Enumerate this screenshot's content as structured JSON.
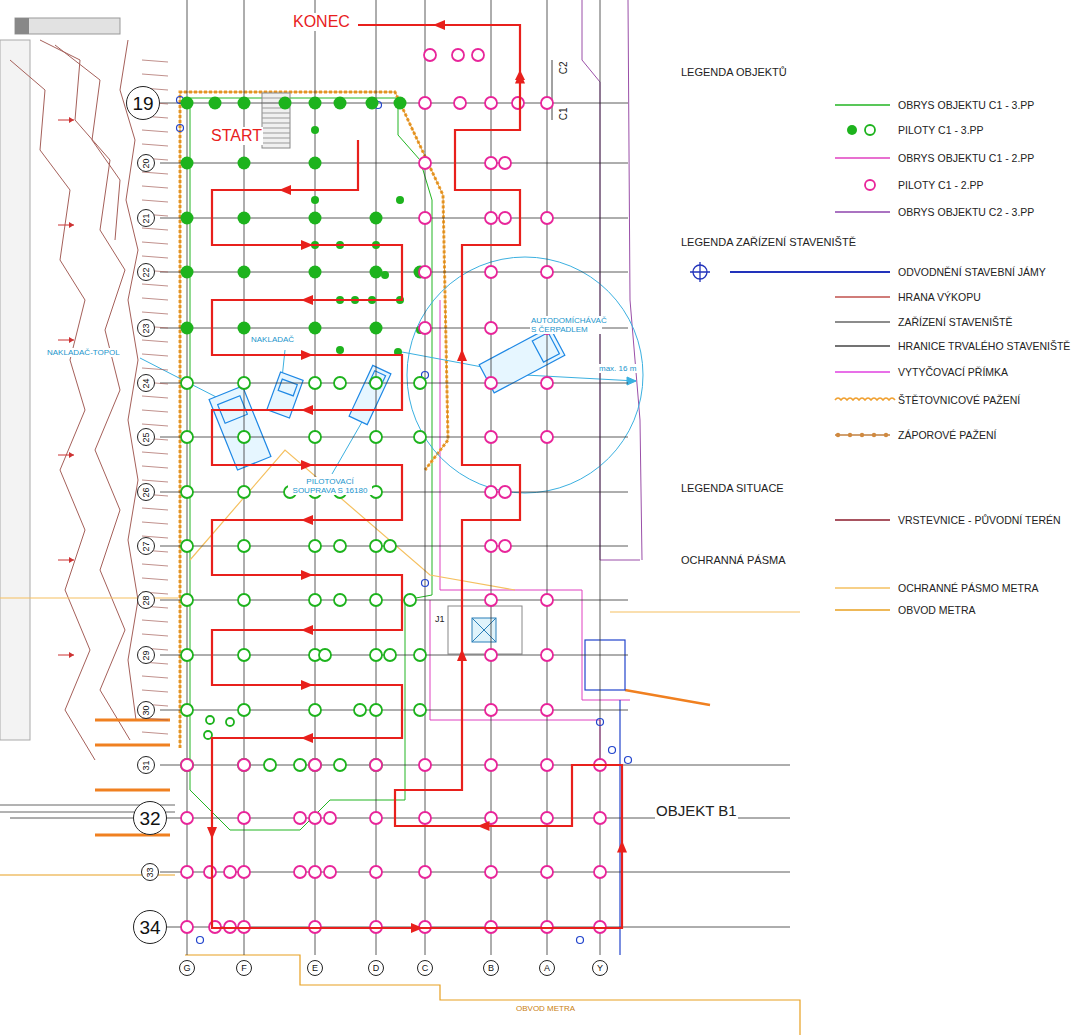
{
  "diagram": {
    "nodes": [
      {
        "text": [
          "19"
        ]
      },
      {
        "text": [
          "20"
        ]
      },
      {
        "text": [
          "21"
        ]
      },
      {
        "text": [
          "22"
        ]
      },
      {
        "text": [
          "23"
        ]
      },
      {
        "text": [
          "24"
        ]
      },
      {
        "text": [
          "25"
        ]
      },
      {
        "text": [
          "26"
        ]
      },
      {
        "text": [
          "27"
        ]
      },
      {
        "text": [
          "28"
        ]
      },
      {
        "text": [
          "29"
        ]
      },
      {
        "text": [
          "30"
        ]
      },
      {
        "text": [
          "31"
        ]
      },
      {
        "text": [
          "32"
        ]
      },
      {
        "text": [
          "33"
        ]
      },
      {
        "text": [
          "34"
        ]
      },
      {
        "text": [
          "G"
        ]
      },
      {
        "text": [
          "F"
        ]
      },
      {
        "text": [
          "E"
        ]
      },
      {
        "text": [
          "D"
        ]
      },
      {
        "text": [
          "C"
        ]
      },
      {
        "text": [
          "B"
        ]
      },
      {
        "text": [
          "A"
        ]
      },
      {
        "text": [
          "Y"
        ]
      }
    ],
    "labels": [
      "KONEC",
      "START",
      "C2",
      "C1",
      "NAKLADAČ-TOPOL",
      "NAKLADAČ",
      "PILOTOVACÍ SOUPRAVA S 16180",
      "AUTODOMÍCHÁVAČ S ČERPADLEM",
      "max. 16 m",
      "J1",
      "OBJEKT B1",
      "OBVOD METRA",
      "LEGENDA OBJEKTŮ",
      "LEGENDA ZAŘÍZENÍ STAVENIŠTĚ",
      "LEGENDA SITUACE",
      "OCHRANNÁ PÁSMA"
    ],
    "legend": [
      {
        "text": "OBRYS OBJEKTU C1 - 3.PP"
      },
      {
        "text": "PILOTY C1 - 3.PP"
      },
      {
        "text": "OBRYS OBJEKTU C1 - 2.PP"
      },
      {
        "text": "PILOTY C1 - 2.PP"
      },
      {
        "text": "OBRYS OBJEKTU C2 - 3.PP"
      },
      {
        "text": "ODVODNĚNÍ STAVEBNÍ JÁMY"
      },
      {
        "text": "HRANA VÝKOPU"
      },
      {
        "text": "ZAŘÍZENÍ STAVENIŠTĚ"
      },
      {
        "text": "HRANICE TRVALÉHO STAVENIŠTĚ"
      },
      {
        "text": "VYTYČOVACÍ PŘÍMKA"
      },
      {
        "text": "ŠTĚTOVNICOVÉ PAŽENÍ"
      },
      {
        "text": "ZÁPOROVÉ PAŽENÍ"
      },
      {
        "text": "VRSTEVNICE - PŮVODNÍ TERÉN"
      },
      {
        "text": "OCHRANNÉ PÁSMO METRA"
      },
      {
        "text": "OBVOD METRA"
      }
    ]
  }
}
